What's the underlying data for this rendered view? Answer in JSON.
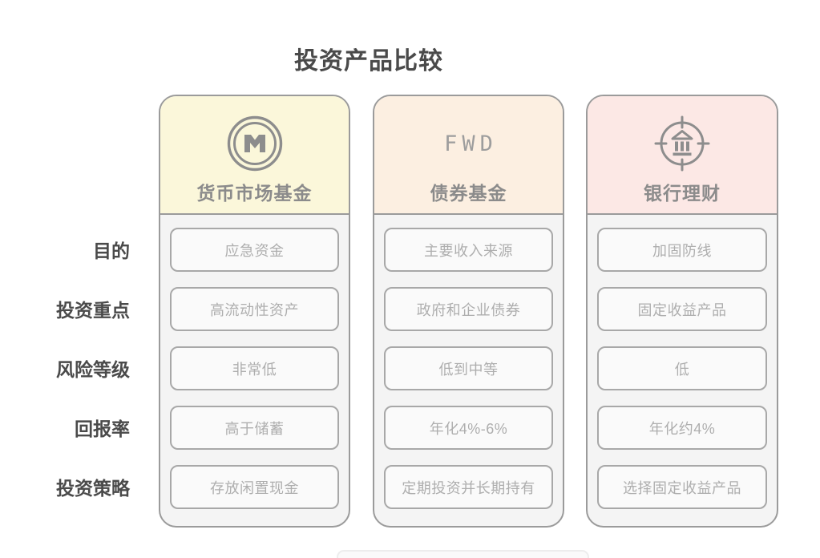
{
  "title": "投资产品比较",
  "rows": [
    {
      "label": "目的"
    },
    {
      "label": "投资重点"
    },
    {
      "label": "风险等级"
    },
    {
      "label": "回报率"
    },
    {
      "label": "投资策略"
    }
  ],
  "columns": [
    {
      "name": "货币市场基金",
      "icon": "circle-m-coin-icon",
      "header_bg": "#fbf7da",
      "cells": [
        "应急资金",
        "高流动性资产",
        "非常低",
        "高于储蓄",
        "存放闲置现金"
      ]
    },
    {
      "name": "债券基金",
      "icon": "fwd-logo-text",
      "logo_text": "FWD",
      "header_bg": "#fcefe1",
      "cells": [
        "主要收入来源",
        "政府和企业债券",
        "低到中等",
        "年化4%-6%",
        "定期投资并长期持有"
      ]
    },
    {
      "name": "银行理财",
      "icon": "bank-target-icon",
      "header_bg": "#fce8e5",
      "cells": [
        "加固防线",
        "固定收益产品",
        "低",
        "年化约4%",
        "选择固定收益产品"
      ]
    }
  ],
  "colors": {
    "title_text": "#4a4a4a",
    "row_label_text": "#4a4a4a",
    "column_border": "#9b9b9b",
    "column_body_bg": "#f4f4f4",
    "cell_border": "#a8a8a8",
    "cell_bg": "#fafafa",
    "cell_text": "#aeaeae",
    "header_label_text": "#8b8b8b",
    "icon_stroke": "#8d8d8d",
    "header_bgs": [
      "#fbf7da",
      "#fcefe1",
      "#fce8e5"
    ]
  }
}
